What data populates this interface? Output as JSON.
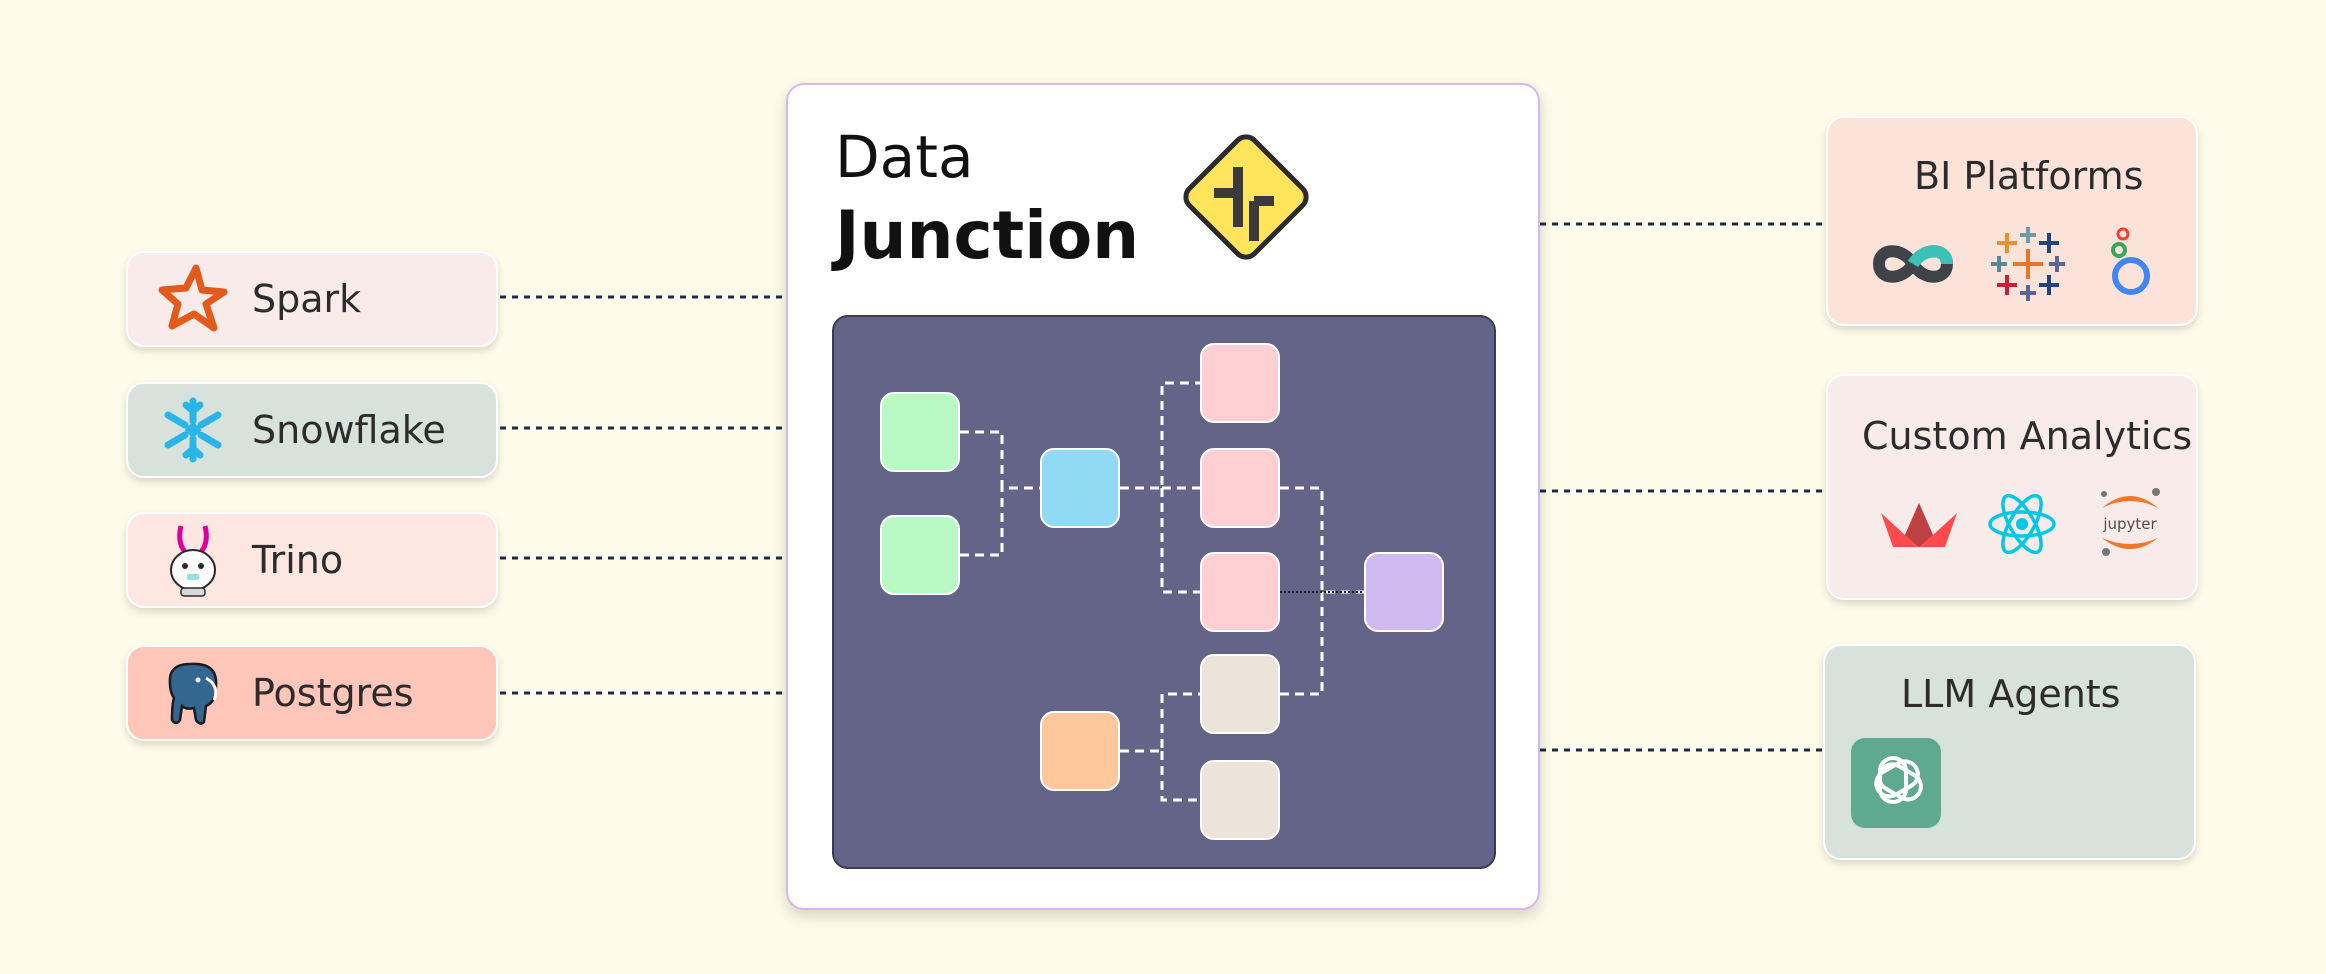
{
  "title": {
    "line1": "Data",
    "line2": "Junction"
  },
  "sources": [
    {
      "label": "Spark",
      "icon": "spark-icon",
      "bg": "#f8ebea"
    },
    {
      "label": "Snowflake",
      "icon": "snowflake-icon",
      "bg": "#d8e2dc"
    },
    {
      "label": "Trino",
      "icon": "trino-bunny-icon",
      "bg": "#fee7e1"
    },
    {
      "label": "Postgres",
      "icon": "postgres-elephant-icon",
      "bg": "#ffc6b9"
    }
  ],
  "destinations": [
    {
      "title": "BI Platforms",
      "bg": "#fce3da",
      "icons": [
        "infinity-loop-icon",
        "tableau-cross-icon",
        "looker-ring-icon"
      ]
    },
    {
      "title": "Custom Analytics",
      "bg": "#f8ebea",
      "icons": [
        "streamlit-crown-icon",
        "react-atom-icon",
        "jupyter-icon"
      ],
      "icon_text": "jupyter"
    },
    {
      "title": "LLM Agents",
      "bg": "#d8e2dc",
      "icons": [
        "openai-knot-icon"
      ]
    }
  ],
  "graph": {
    "node_colors": {
      "green": "#b9f9c4",
      "blue": "#90daf3",
      "pink": "#ffcfd3",
      "purple": "#cfbaf0",
      "orange": "#ffc89c",
      "beige": "#ece3da"
    }
  },
  "colors": {
    "background": "#fffbea",
    "graph_panel": "#646489",
    "connector": "#1f2a4a",
    "logo_yellow": "#ffe45c"
  }
}
